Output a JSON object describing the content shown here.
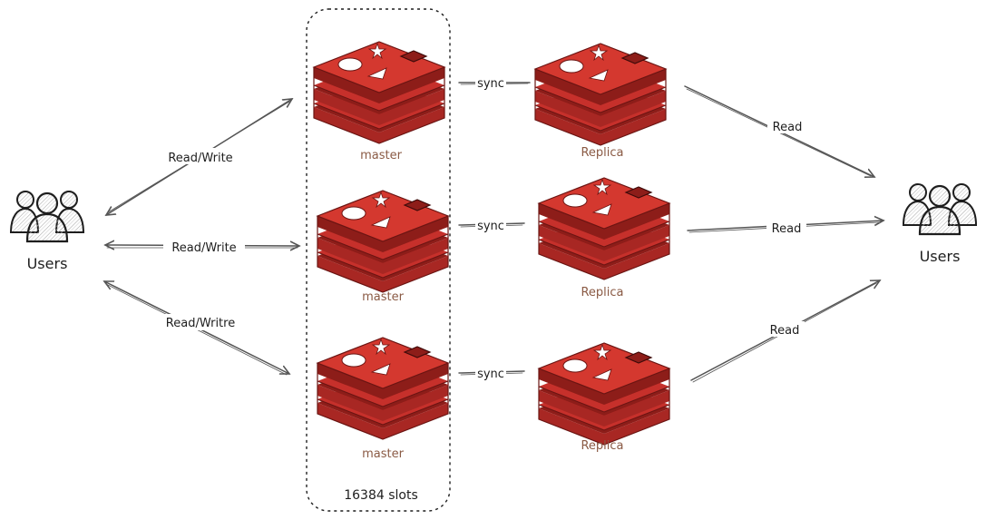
{
  "diagram": {
    "users_left_label": "Users",
    "users_right_label": "Users",
    "slots_label": "16384 slots",
    "rows": [
      {
        "master_label": "master",
        "replica_label": "Replica",
        "user_edge_label": "Read/Write",
        "sync_label": "sync",
        "read_edge_label": "Read"
      },
      {
        "master_label": "master",
        "replica_label": "Replica",
        "user_edge_label": "Read/Write",
        "sync_label": "sync",
        "read_edge_label": "Read"
      },
      {
        "master_label": "master",
        "replica_label": "Replica",
        "user_edge_label": "Read/Writre",
        "sync_label": "sync",
        "read_edge_label": "Read"
      }
    ]
  },
  "colors": {
    "redis_red": "#c6302b",
    "redis_dark": "#8d1d19",
    "node_label": "#8a5a44",
    "ink": "#1e1e1e",
    "arrow": "#555555"
  },
  "icons": {
    "node_icon": "redis-logo-icon",
    "users_icon": "users-group-icon"
  }
}
